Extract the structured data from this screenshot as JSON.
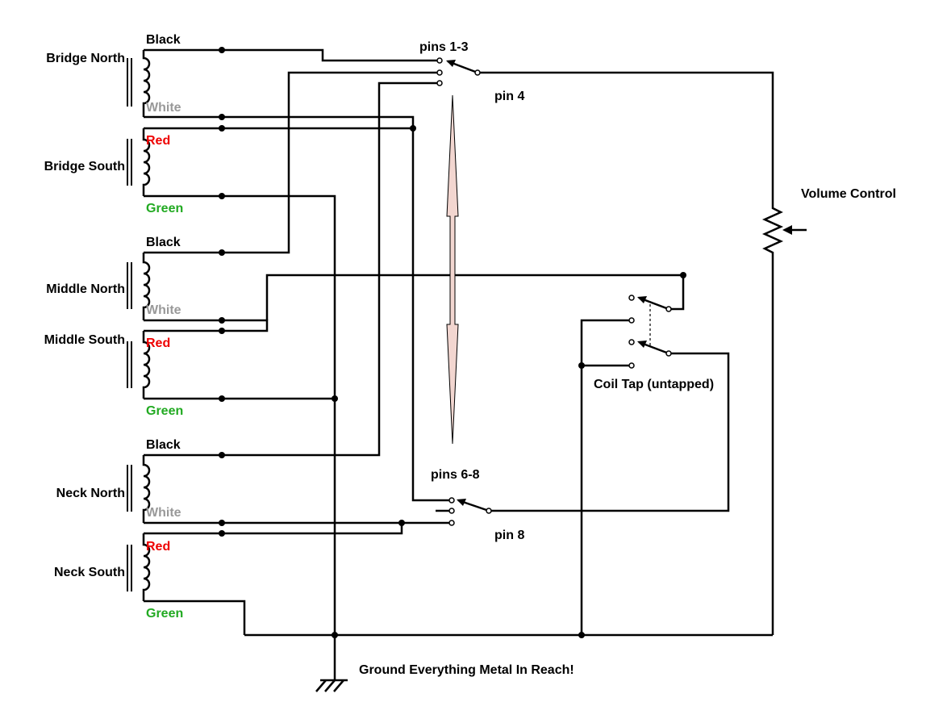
{
  "pickups": [
    {
      "name": "Bridge North",
      "top_wire": "Black",
      "bottom_wire": "White"
    },
    {
      "name": "Bridge South",
      "top_wire": "Red",
      "bottom_wire": "Green"
    },
    {
      "name": "Middle North",
      "top_wire": "Black",
      "bottom_wire": "White"
    },
    {
      "name": "Middle South",
      "top_wire": "Red",
      "bottom_wire": "Green"
    },
    {
      "name": "Neck North",
      "top_wire": "Black",
      "bottom_wire": "White"
    },
    {
      "name": "Neck South",
      "top_wire": "Red",
      "bottom_wire": "Green"
    }
  ],
  "wire_colors": {
    "Black": "#000000",
    "White": "#999999",
    "Red": "#ee0000",
    "Green": "#22aa22"
  },
  "switch": {
    "top_pins_label": "pins 1-3",
    "top_common_label": "pin 4",
    "bottom_pins_label": "pins 6-8",
    "bottom_common_label": "pin 8"
  },
  "volume_label": "Volume Control",
  "coil_tap_label": "Coil Tap (untapped)",
  "ground_label": "Ground Everything Metal In Reach!",
  "arrow_color": "#f2d6d0"
}
